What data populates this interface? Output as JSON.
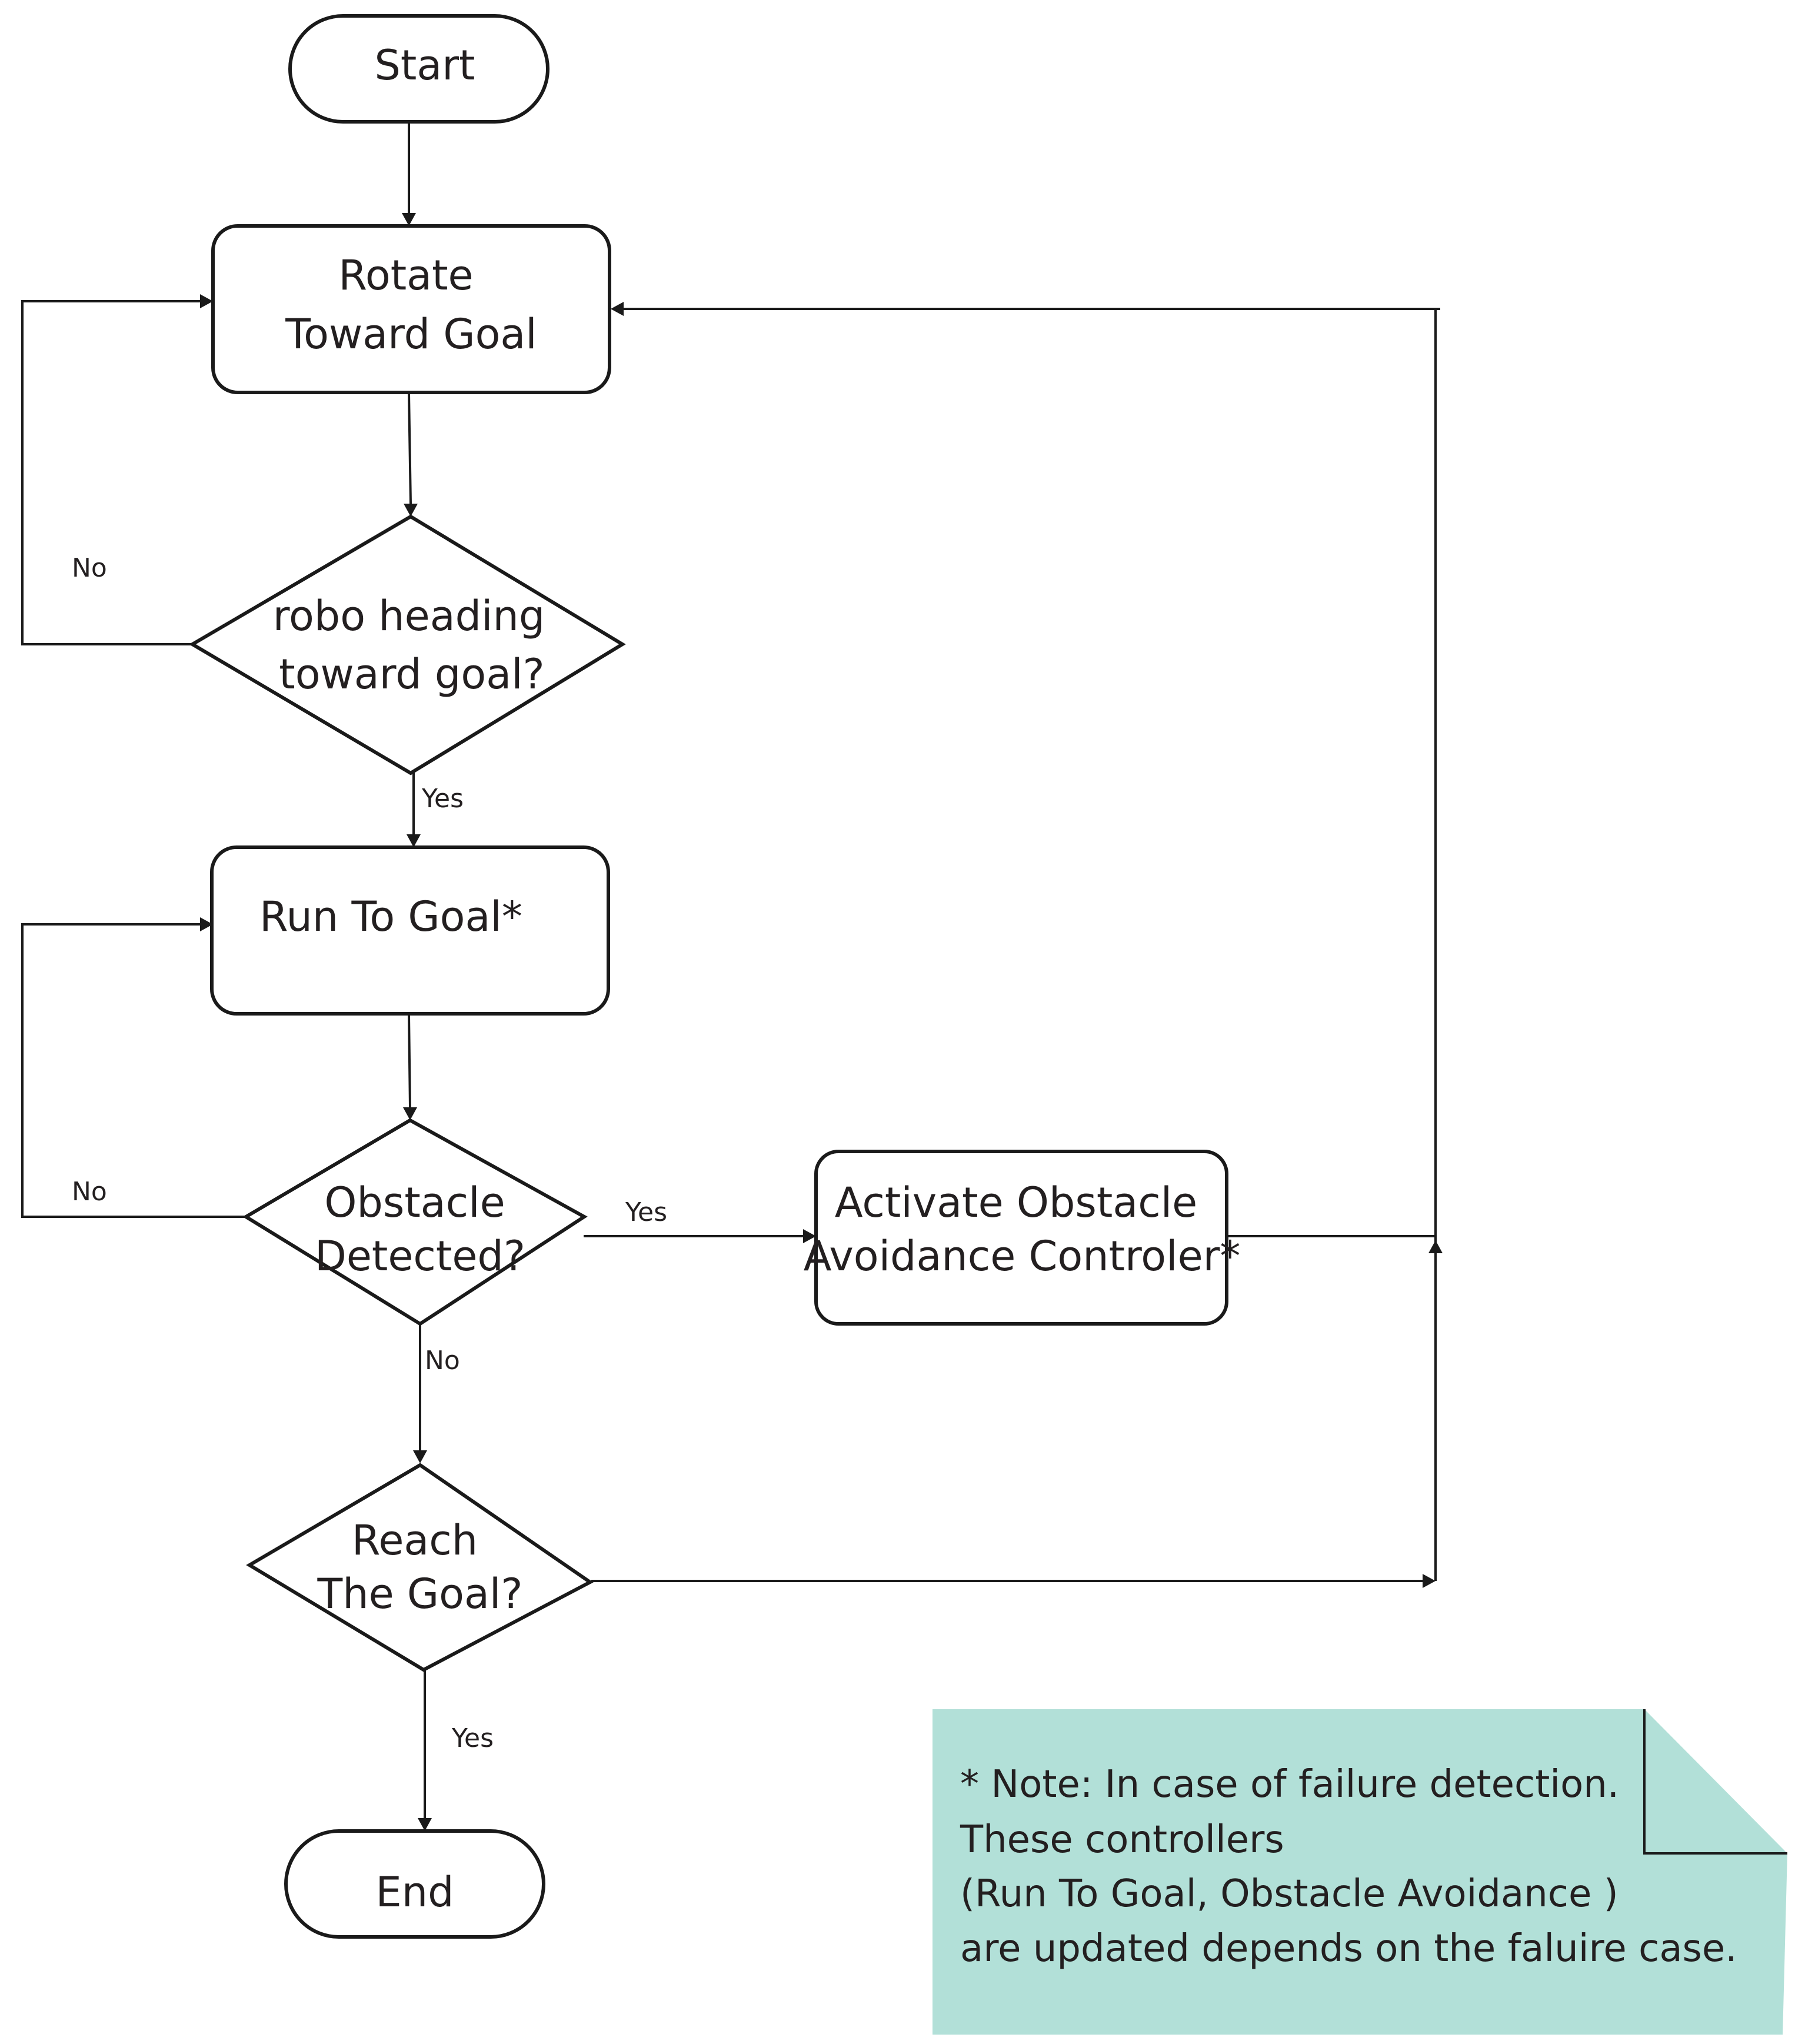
{
  "nodes": {
    "start": "Start",
    "rotate": [
      "Rotate",
      "Toward Goal"
    ],
    "heading_check": [
      "robo heading",
      "toward goal?"
    ],
    "run": "Run To Goal*",
    "obstacle_check": [
      "Obstacle",
      "Detected?"
    ],
    "avoid": [
      "Activate  Obstacle",
      "Avoidance Controler*"
    ],
    "reach_check": [
      "Reach",
      "The Goal?"
    ],
    "end": "End"
  },
  "edges": {
    "heading_no": "No",
    "heading_yes": "Yes",
    "obstacle_no_loop": "No",
    "obstacle_yes": "Yes",
    "obstacle_no_down": "No",
    "reach_yes": "Yes"
  },
  "note": {
    "lines": [
      "* Note: In case of failure detection.",
      "These controllers",
      "(Run To Goal, Obstacle Avoidance )",
      "are updated depends on the faluire case."
    ],
    "color": "#b2e0d8"
  }
}
